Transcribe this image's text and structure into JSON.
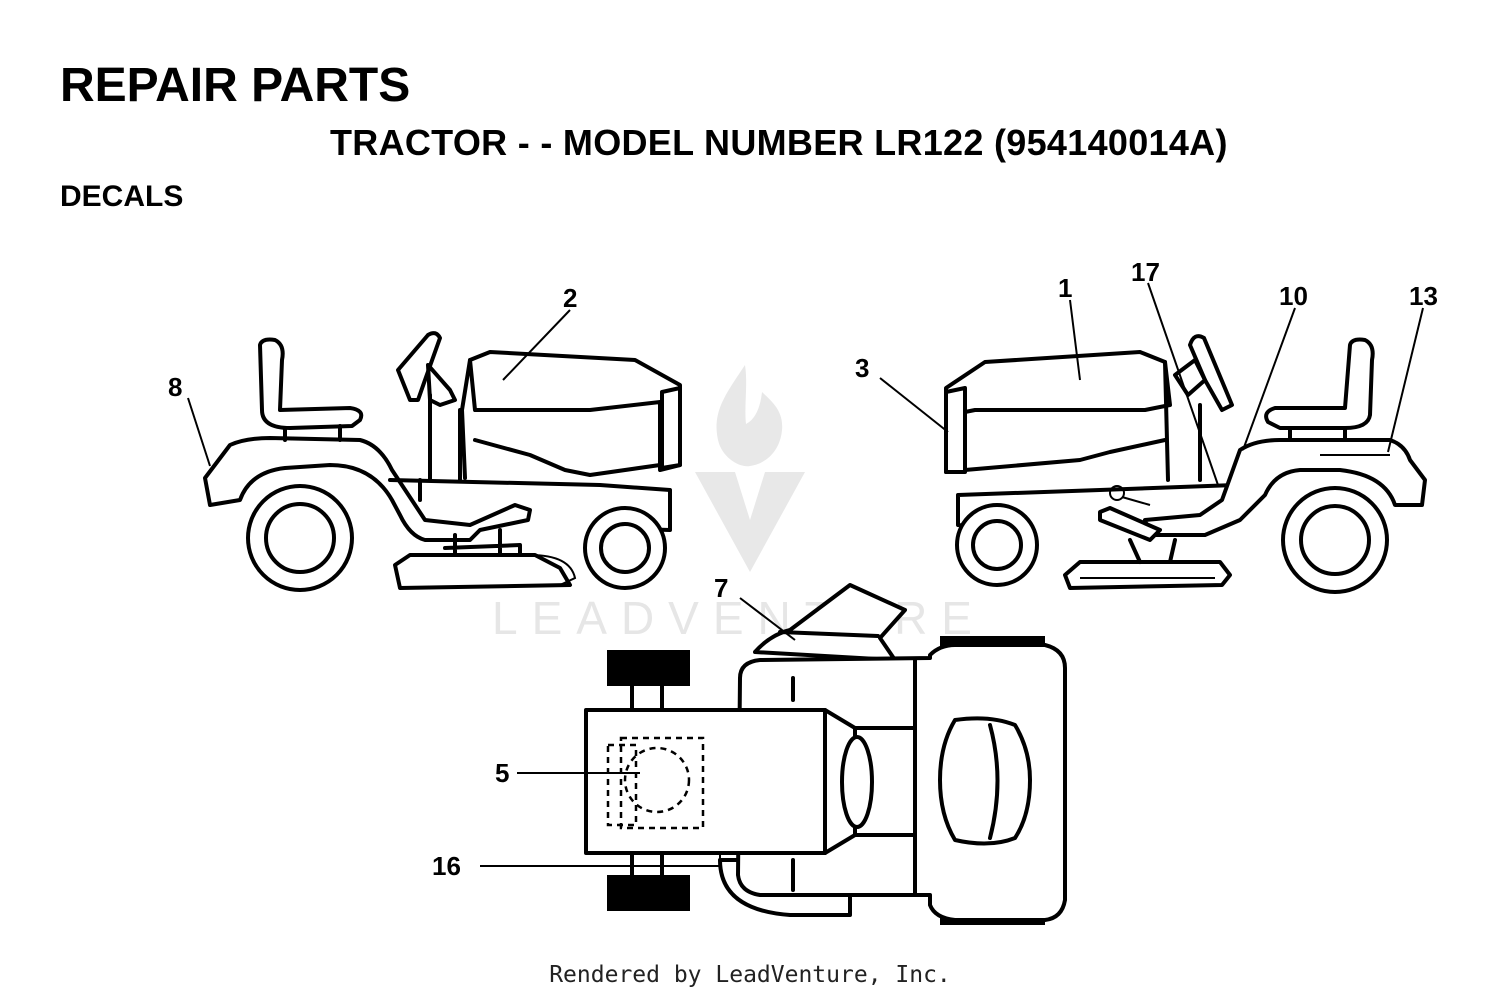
{
  "header": {
    "title": "REPAIR PARTS",
    "subtitle": "TRACTOR - - MODEL NUMBER LR122 (954140014A)",
    "section": "DECALS"
  },
  "callouts": {
    "c1": "1",
    "c2": "2",
    "c3": "3",
    "c5": "5",
    "c7": "7",
    "c8": "8",
    "c10": "10",
    "c13": "13",
    "c16": "16",
    "c17": "17"
  },
  "watermark": {
    "text": "LEADVENTURE"
  },
  "footer": {
    "text": "Rendered by LeadVenture, Inc."
  }
}
